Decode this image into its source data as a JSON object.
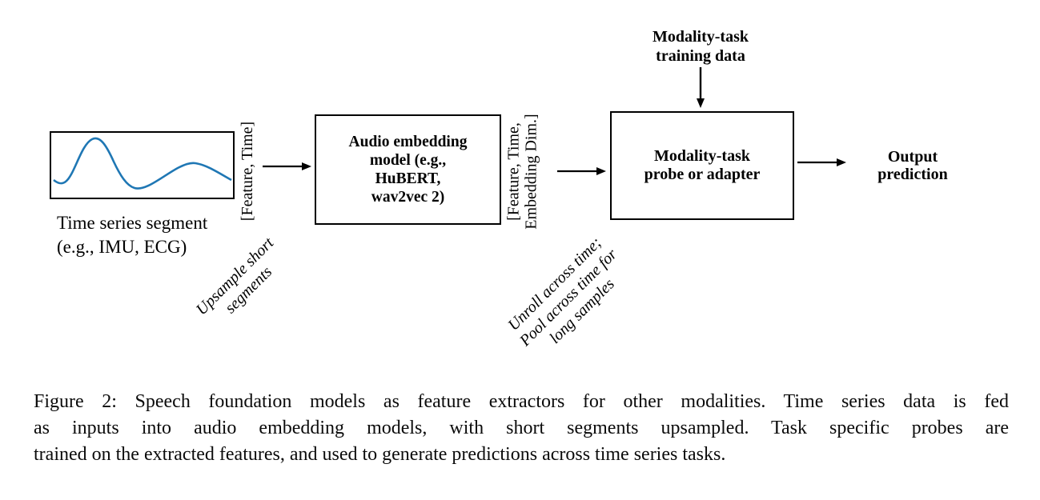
{
  "figure": {
    "input": {
      "label_lines": [
        "Time series segment",
        "(e.g., IMU, ECG)"
      ]
    },
    "edge1": {
      "shape_label": "[Feature, Time]",
      "note_lines": [
        "Upsample short",
        "segments"
      ]
    },
    "audio_box": {
      "lines": [
        "Audio embedding",
        "model (e.g.,",
        "HuBERT,",
        "wav2vec 2)"
      ]
    },
    "edge2": {
      "shape_label_lines": [
        "[Feature, Time,",
        "Embedding Dim.]"
      ],
      "note_lines": [
        "Unroll across time;",
        "Pool across time for",
        "long samples"
      ]
    },
    "probe_box": {
      "lines": [
        "Modality-task",
        "probe or adapter"
      ]
    },
    "training": {
      "lines": [
        "Modality-task",
        "training data"
      ]
    },
    "output": {
      "lines": [
        "Output",
        "prediction"
      ]
    },
    "colors": {
      "waveform": "#1f77b4",
      "stroke": "#000000"
    }
  },
  "caption": {
    "lines": [
      "Figure 2: Speech foundation models as feature extractors for other modalities. Time series data is fed",
      "as inputs into audio embedding models, with short segments upsampled. Task specific probes are",
      "trained on the extracted features, and used to generate predictions across time series tasks."
    ]
  }
}
